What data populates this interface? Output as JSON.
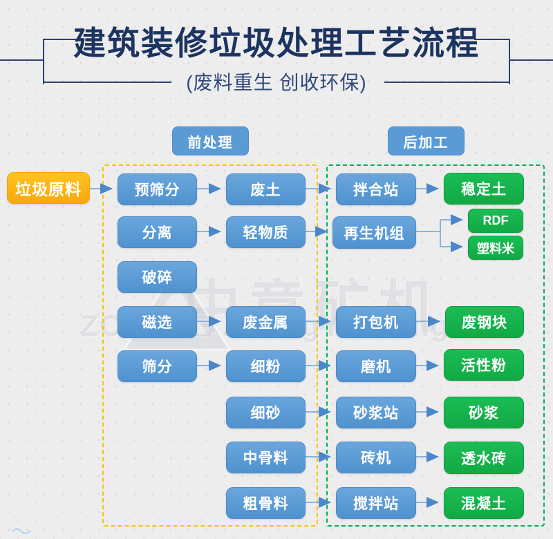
{
  "header": {
    "title": "建筑装修垃圾处理工艺流程",
    "subtitle": "(废料重生 创收环保)"
  },
  "sections": {
    "pre": "前处理",
    "post": "后加工"
  },
  "source": {
    "label": "垃圾原料"
  },
  "watermark": {
    "cn": "中意矿机",
    "en": "ZOONYE  ZhongYiKuangJi"
  },
  "colors": {
    "title_navy": "#1d3461",
    "node_blue": "#5b9bd5",
    "node_green": "#14b24c",
    "source_yellow": "#ffb612",
    "pre_zone_border": "#ffc000",
    "post_zone_border": "#00b050",
    "arrow_blue": "#4b87c9"
  },
  "nodes": [
    {
      "label": "预筛分"
    },
    {
      "label": "废土"
    },
    {
      "label": "拌合站"
    },
    {
      "label": "稳定土"
    },
    {
      "label": "分离"
    },
    {
      "label": "轻物质"
    },
    {
      "label": "再生机组"
    },
    {
      "label": "RDF"
    },
    {
      "label": "塑料米"
    },
    {
      "label": "破碎"
    },
    {
      "label": "磁选"
    },
    {
      "label": "废金属"
    },
    {
      "label": "打包机"
    },
    {
      "label": "废钢块"
    },
    {
      "label": "筛分"
    },
    {
      "label": "细粉"
    },
    {
      "label": "磨机"
    },
    {
      "label": "活性粉"
    },
    {
      "label": "细砂"
    },
    {
      "label": "砂浆站"
    },
    {
      "label": "砂浆"
    },
    {
      "label": "中骨料"
    },
    {
      "label": "砖机"
    },
    {
      "label": "透水砖"
    },
    {
      "label": "粗骨料"
    },
    {
      "label": "搅拌站"
    },
    {
      "label": "混凝土"
    }
  ]
}
